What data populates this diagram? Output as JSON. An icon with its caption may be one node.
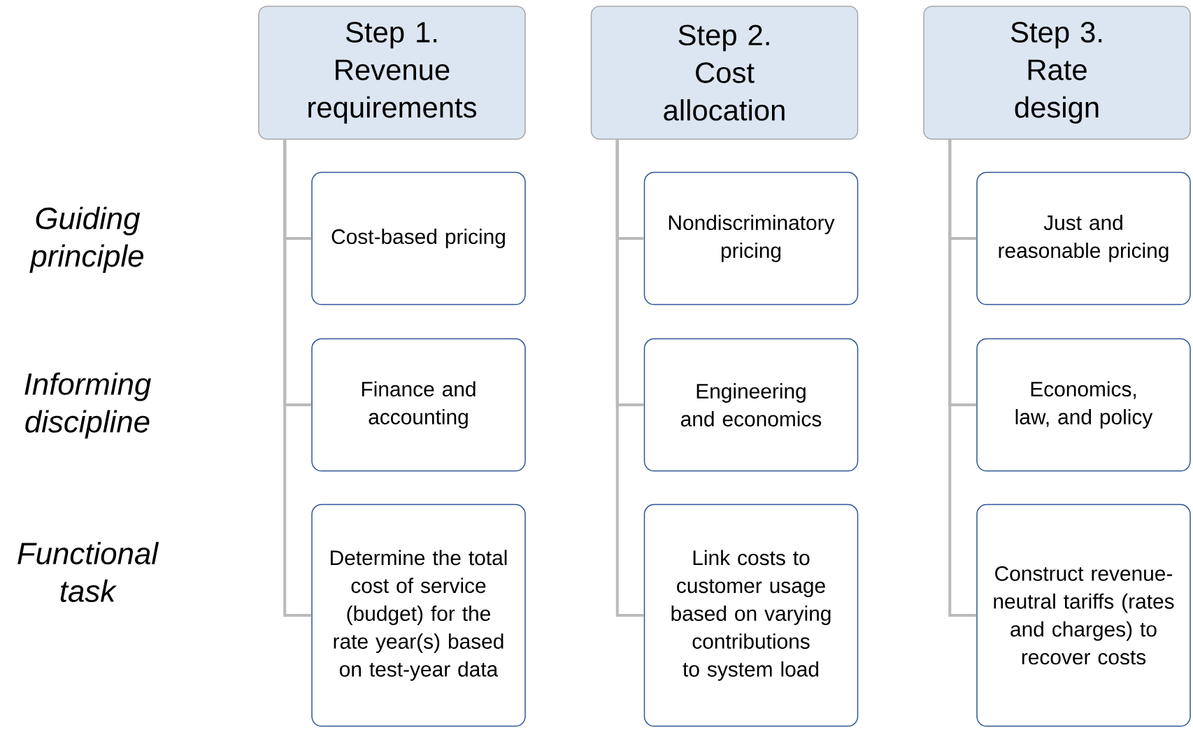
{
  "diagram": {
    "nodes": [
      {
        "text": [
          "Step 1.",
          "Revenue requirements"
        ]
      },
      {
        "text": [
          "Cost-based pricing"
        ]
      },
      {
        "text": [
          "Finance and accounting"
        ]
      },
      {
        "text": [
          "Determine the total cost of service (budget) for the rate year(s) based on test-year data"
        ]
      },
      {
        "text": [
          "Step 2.",
          "Cost allocation"
        ]
      },
      {
        "text": [
          "Nondiscriminatory pricing"
        ]
      },
      {
        "text": [
          "Engineering and economics"
        ]
      },
      {
        "text": [
          "Link costs to customer usage based on varying contributions to system load"
        ]
      },
      {
        "text": [
          "Step 3.",
          "Rate design"
        ]
      },
      {
        "text": [
          "Just and reasonable pricing"
        ]
      },
      {
        "text": [
          "Economics, law, and policy"
        ]
      },
      {
        "text": [
          "Construct revenue-neutral tariffs (rates and charges) to recover costs"
        ]
      }
    ],
    "edges": [
      {
        "from": 0,
        "to": 1,
        "arrow": "none"
      },
      {
        "from": 0,
        "to": 2,
        "arrow": "none"
      },
      {
        "from": 0,
        "to": 3,
        "arrow": "none"
      },
      {
        "from": 4,
        "to": 5,
        "arrow": "none"
      },
      {
        "from": 4,
        "to": 6,
        "arrow": "none"
      },
      {
        "from": 4,
        "to": 7,
        "arrow": "none"
      },
      {
        "from": 8,
        "to": 9,
        "arrow": "none"
      },
      {
        "from": 8,
        "to": 10,
        "arrow": "none"
      },
      {
        "from": 8,
        "to": 11,
        "arrow": "none"
      }
    ],
    "labels": [
      "Guiding principle",
      "Informing discipline",
      "Functional task"
    ]
  }
}
